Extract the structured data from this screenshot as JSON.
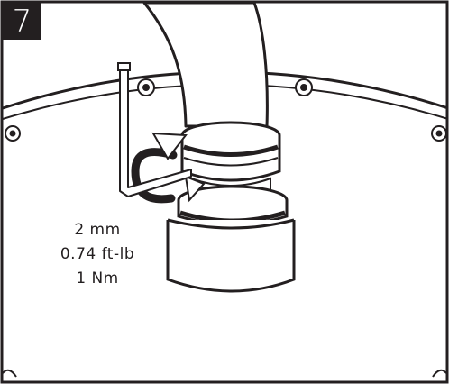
{
  "step": {
    "number": "7"
  },
  "spec": {
    "hex_key_size": "2 mm",
    "torque_ftlb": "0.74 ft-lb",
    "torque_nm": "1 Nm"
  },
  "colors": {
    "ink": "#231f20",
    "paper": "#ffffff"
  },
  "icons": [
    "hex-key-icon",
    "rotation-arrow-icon"
  ]
}
